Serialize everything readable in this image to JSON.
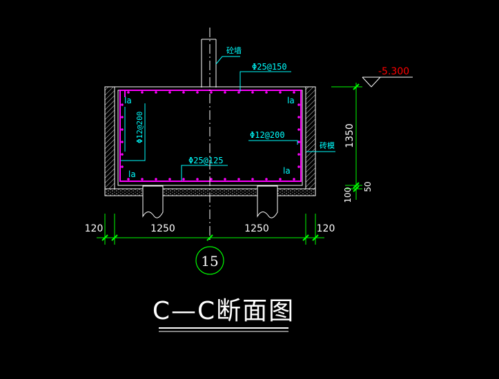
{
  "drawing": {
    "title": "C—C断面图",
    "axis_bubble": "15",
    "elevation": "-5.300",
    "dimensions": {
      "left_side": "120",
      "left_span": "1250",
      "right_span": "1250",
      "right_side": "120",
      "height": "1350",
      "slab": "100",
      "bedding": "50"
    },
    "callouts": {
      "wall": "砼墙",
      "top_rebar": "Φ25@150",
      "left_rebar": "Φ12@200",
      "right_rebar": "Φ12@200",
      "bottom_rebar": "Φ25@125",
      "brick_form": "砖模",
      "la_top_left": "la",
      "la_top_right": "la",
      "la_bottom_left": "la",
      "la_bottom_right": "la"
    },
    "colors": {
      "background": "#000000",
      "outline": "#ffffff",
      "rebar": "#ff00ff",
      "dimension": "#00ff00",
      "annotation": "#00ffff",
      "elevation": "#ff0000",
      "tick_mark": "#00ff00"
    }
  }
}
